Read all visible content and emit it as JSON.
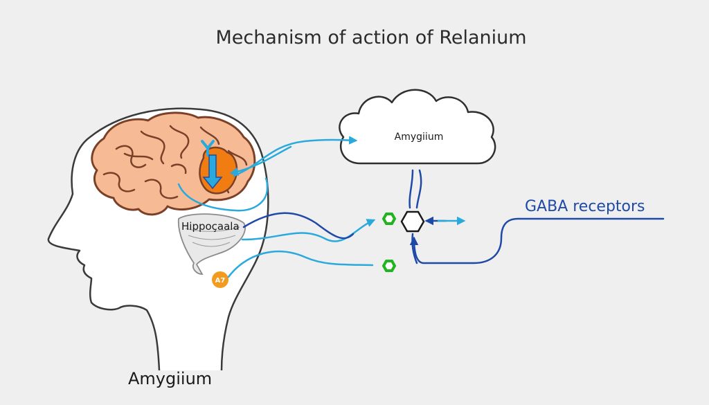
{
  "title": "Mechanism of action of Relanium",
  "cloud_label": "Amygiium",
  "gaba_label": "GABA receptors",
  "hippocampus_label": "Hippoçaala",
  "node_label": "A7",
  "bottom_label": "Amygiium",
  "colors": {
    "background": "#efefef",
    "brain_fill": "#f6bb95",
    "brain_stroke": "#7a4028",
    "amygdala_fill": "#f07c12",
    "light_blue": "#29a9dc",
    "dark_blue": "#1f49a6",
    "green": "#22b321",
    "outline": "#2a2a2a"
  }
}
